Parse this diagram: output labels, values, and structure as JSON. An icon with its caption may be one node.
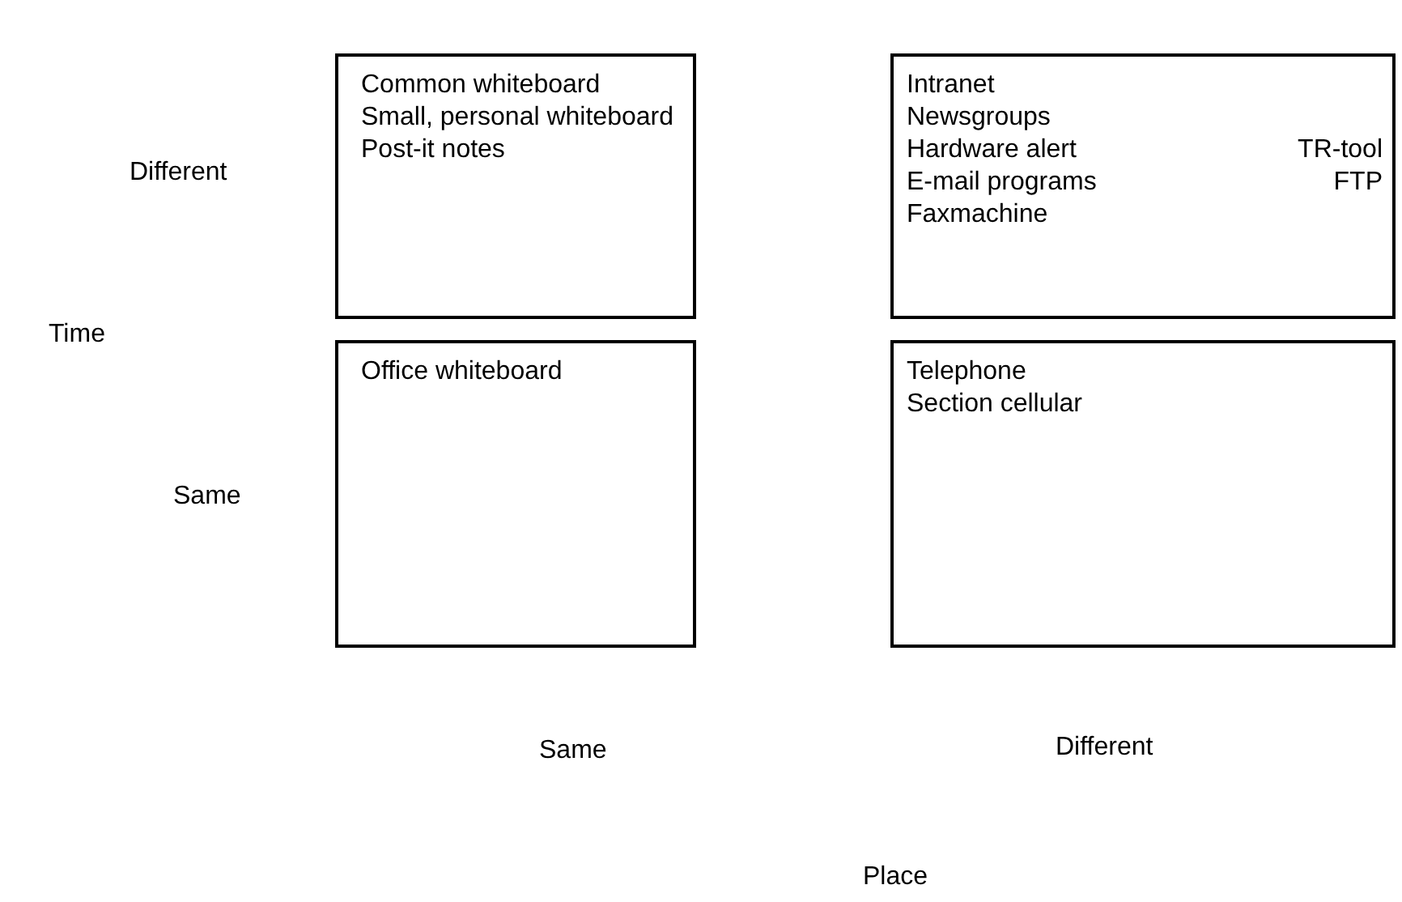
{
  "diagram": {
    "nodes": [
      {
        "text": [
          "Common whiteboard",
          "Small, personal whiteboard",
          "Post-it notes"
        ]
      },
      {
        "text": [
          "Intranet",
          "Newsgroups",
          "Hardware alert",
          "E-mail programs",
          "Faxmachine",
          "TR-tool",
          "FTP"
        ]
      },
      {
        "text": [
          "Office whiteboard"
        ]
      },
      {
        "text": [
          "Telephone",
          "Section cellular"
        ]
      }
    ],
    "labels": [
      "Different",
      "Time",
      "Same",
      "Same",
      "Different",
      "Place"
    ]
  }
}
